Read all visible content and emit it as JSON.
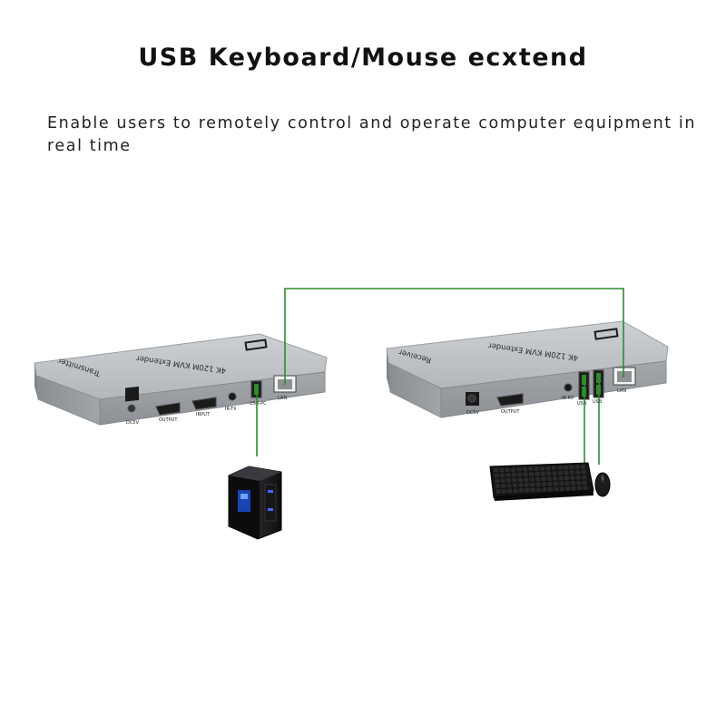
{
  "header": {
    "title": "USB Keyboard/Mouse ecxtend",
    "subtitle": "Enable users to remotely control and operate computer equipment in real time"
  },
  "colors": {
    "cable": "#2e8b2e",
    "device_body": "#a9adb1",
    "device_top": "#c3c6c9",
    "device_front": "#9a9ea2"
  },
  "transmitter": {
    "side_label": "Transmitter",
    "top_label": "4K 120M KVM Extender",
    "ports": {
      "dc": "DC5V",
      "out": "OUTPUT",
      "in": "INPUT",
      "ir": "IR-TX",
      "usb": "USB-PC",
      "lan": "LAN"
    }
  },
  "receiver": {
    "side_label": "Receiver",
    "top_label": "4K 120M KVM Extender",
    "ports": {
      "dc": "DC5V",
      "out": "OUTPUT",
      "ir": "IR-RX",
      "usb1": "USB",
      "usb2": "USB",
      "lan": "LAN"
    }
  },
  "icons": {
    "computer": "pc-tower-icon",
    "keyboard": "keyboard-icon",
    "mouse": "mouse-icon",
    "hdmi_logo": "hdmi-logo-icon"
  }
}
